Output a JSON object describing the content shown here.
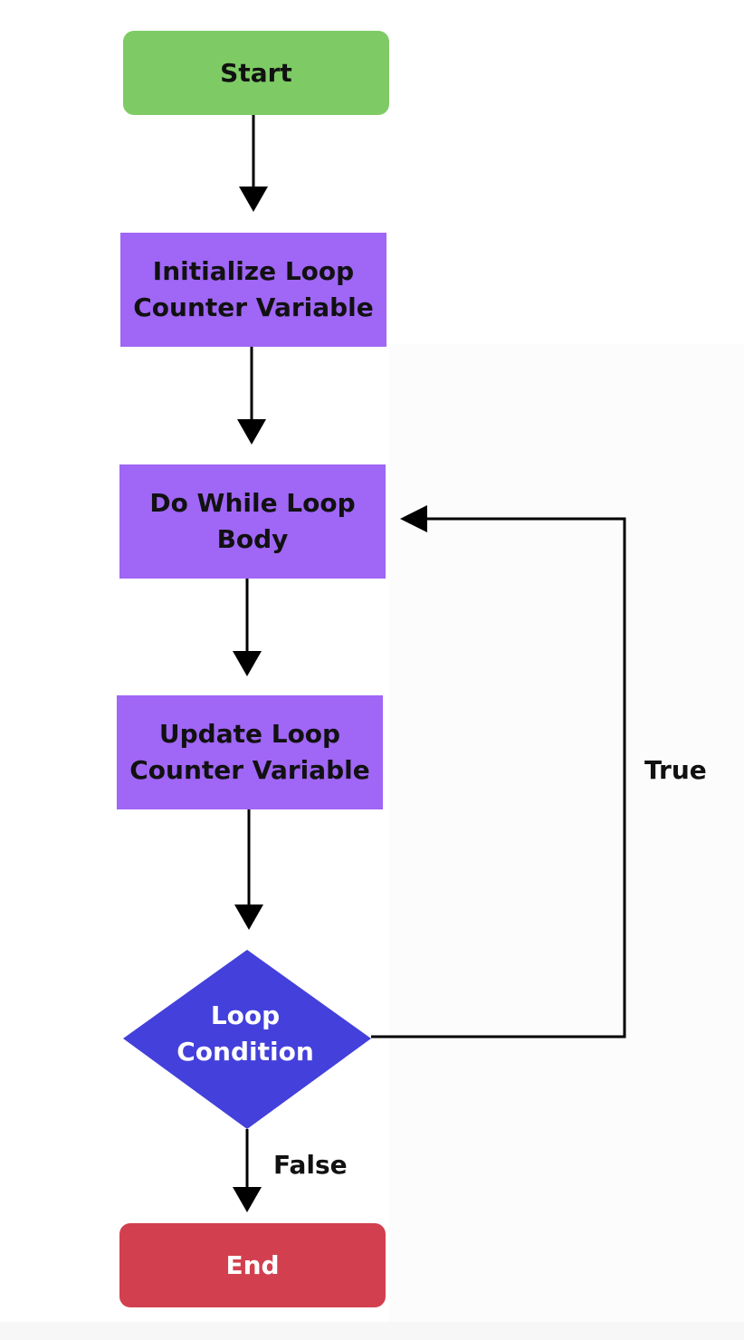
{
  "colors": {
    "start": "#7ecb65",
    "process": "#a066f5",
    "decision": "#4440db",
    "end": "#d2404f",
    "edge": "#000000"
  },
  "nodes": {
    "start": "Start",
    "init": "Initialize Loop\nCounter Variable",
    "body": "Do While Loop\nBody",
    "update": "Update Loop\nCounter Variable",
    "condition": "Loop\nCondition",
    "end": "End"
  },
  "edges": {
    "true_label": "True",
    "false_label": "False"
  }
}
